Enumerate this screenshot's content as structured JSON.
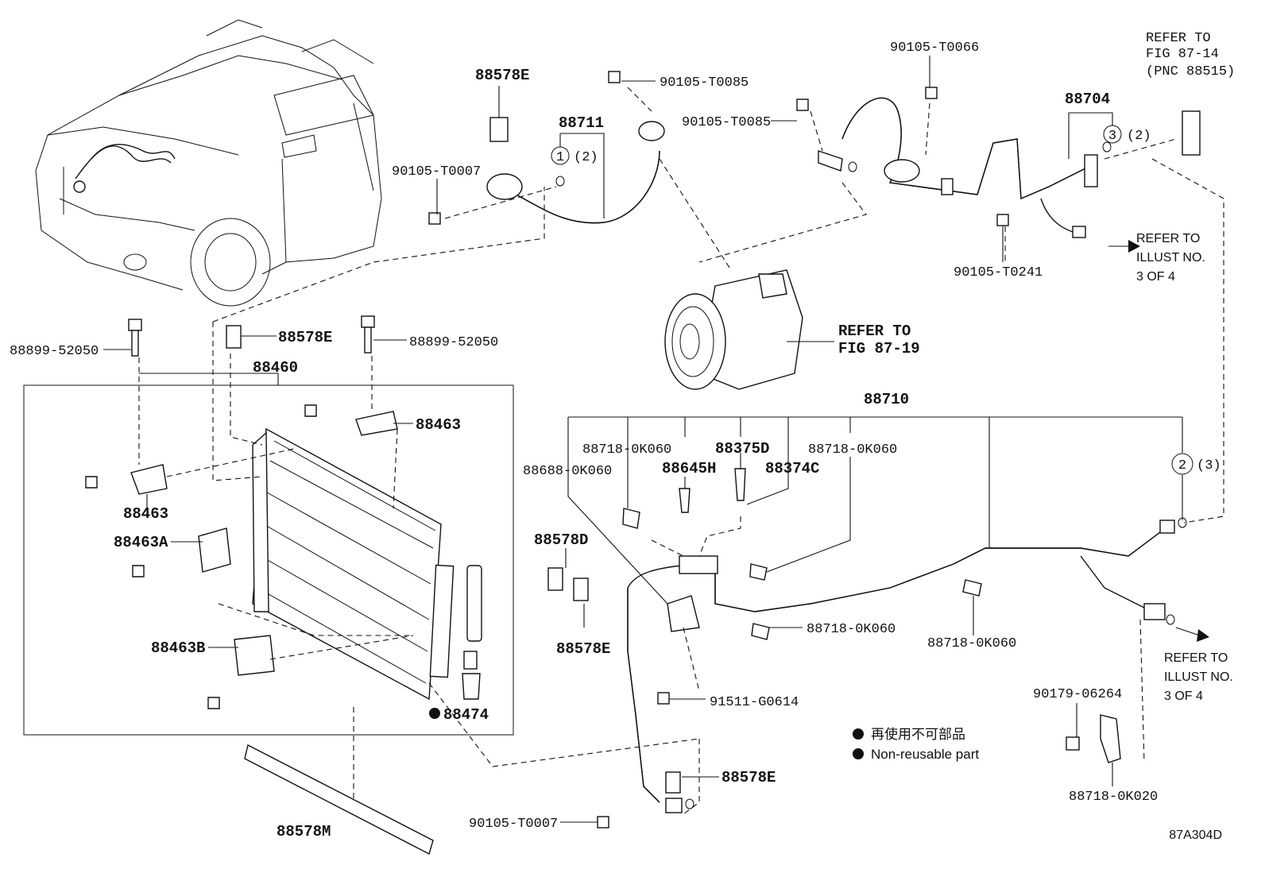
{
  "diagram": {
    "code": "87A304D",
    "labels": {
      "p88578E_a": "88578E",
      "p88711": "88711",
      "p90105_T0085_a": "90105-T0085",
      "p90105_T0085_b": "90105-T0085",
      "p90105_T0066": "90105-T0066",
      "p90105_T0007_a": "90105-T0007",
      "p88704": "88704",
      "p90105_T0241": "90105-T0241",
      "p88899_52050_a": "88899-52050",
      "p88578E_b": "88578E",
      "p88899_52050_b": "88899-52050",
      "p88460": "88460",
      "p88463_a": "88463",
      "p88463_b": "88463",
      "p88463A": "88463A",
      "p88463B": "88463B",
      "p88474": "88474",
      "p88578M": "88578M",
      "p88710": "88710",
      "p88718_a": "88718-0K060",
      "p88375D": "88375D",
      "p88718_b": "88718-0K060",
      "p88688": "88688-0K060",
      "p88645H": "88645H",
      "p88374C": "88374C",
      "p88578D": "88578D",
      "p88578E_c": "88578E",
      "p88718_c": "88718-0K060",
      "p88718_d": "88718-0K060",
      "p91511": "91511-G0614",
      "p88578E_d": "88578E",
      "p90105_T0007_b": "90105-T0007",
      "p90179": "90179-06264",
      "p88718_0K020": "88718-0K020"
    },
    "callouts": {
      "c1_num": "1",
      "c1_qty": "(2)",
      "c2_num": "2",
      "c2_qty": "(3)",
      "c3_num": "3",
      "c3_qty": "(2)"
    },
    "refs": {
      "fig87_14": [
        "REFER TO",
        "FIG 87-14",
        "(PNC 88515)"
      ],
      "fig87_19": [
        "REFER TO",
        "FIG 87-19"
      ],
      "illust_top": [
        "REFER TO",
        "ILLUST NO.",
        "3 OF 4"
      ],
      "illust_bottom": [
        "REFER TO",
        "ILLUST NO.",
        "3 OF 4"
      ]
    },
    "legend": {
      "jp": "再使用不可部品",
      "en": "Non-reusable part"
    }
  }
}
